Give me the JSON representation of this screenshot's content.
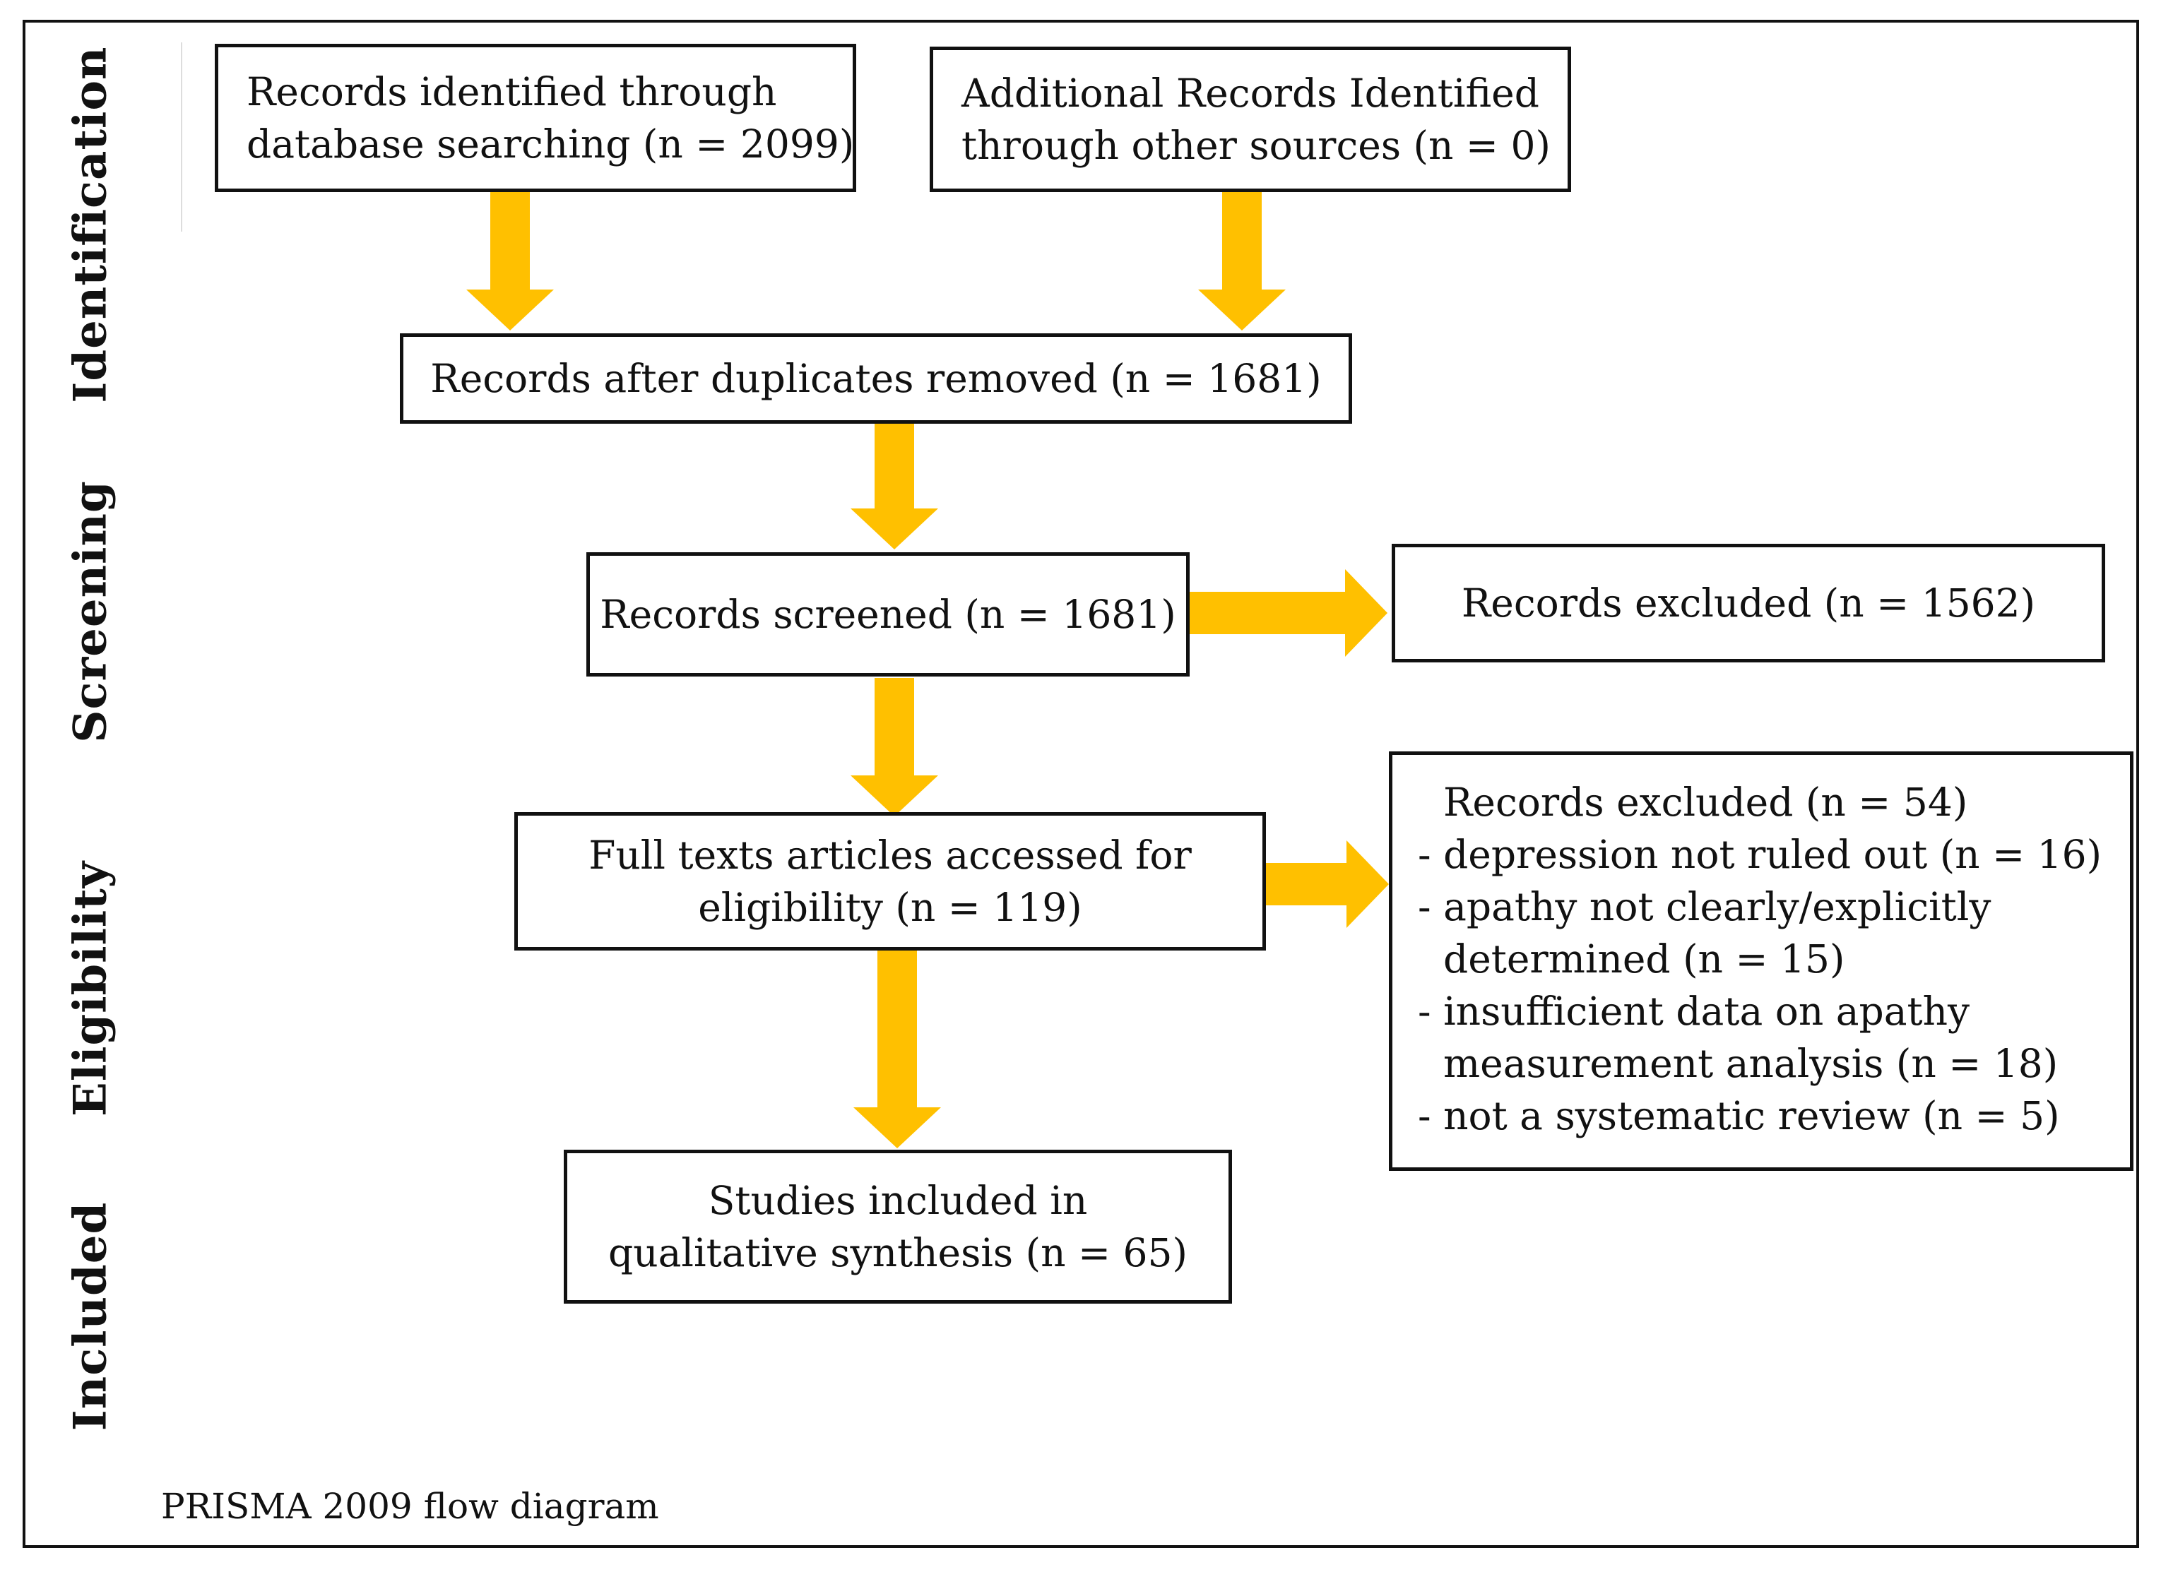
{
  "colors": {
    "arrow": "#FFC000",
    "border": "#111111",
    "background": "#FFFFFF"
  },
  "stages": {
    "identification": "Identification",
    "screening": "Screening",
    "eligibility": "Eligibility",
    "included": "Included"
  },
  "boxes": {
    "database": [
      "Records identified through",
      "database searching (n = 2099)"
    ],
    "other_sources": [
      "Additional Records Identified",
      "through other sources (n = 0)"
    ],
    "duplicates_removed": "Records after duplicates removed (n = 1681)",
    "screened": "Records screened (n = 1681)",
    "excluded_screening": "Records excluded (n = 1562)",
    "full_text": [
      "Full texts articles accessed for",
      "eligibility (n = 119)"
    ],
    "included": [
      "Studies included in",
      "qualitative synthesis (n = 65)"
    ]
  },
  "full_text_exclusions": {
    "heading": "Records excluded (n = 54)",
    "items": [
      [
        "- depression not ruled out (n = 16)"
      ],
      [
        "- apathy not clearly/explicitly",
        "determined (n = 15)"
      ],
      [
        "- insufficient data on apathy",
        "measurement analysis (n = 18)"
      ],
      [
        "- not a systematic review (n = 5)"
      ]
    ]
  },
  "caption": "PRISMA 2009 flow diagram"
}
